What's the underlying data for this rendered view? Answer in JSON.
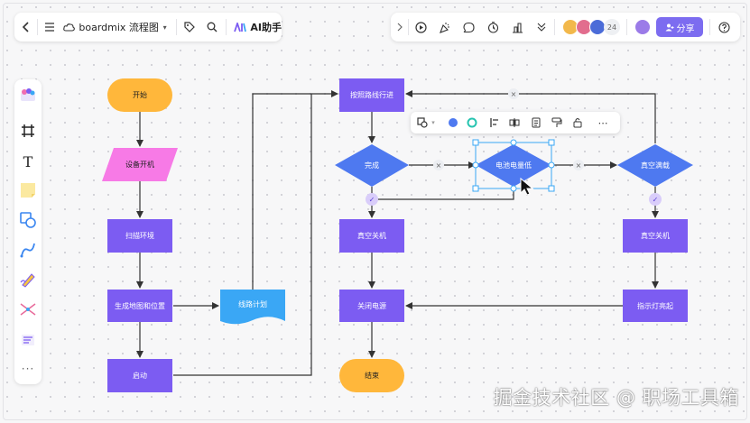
{
  "app": {
    "document_title": "boardmix 流程图",
    "ai_button_label": "AI助手",
    "collaborator_count": "24",
    "share_label": "分享"
  },
  "colors": {
    "purple": "#7c5cf2",
    "blue": "#4e79f0",
    "yellow": "#ffb73b",
    "pink": "#f77ae6",
    "cyan": "#3aa7f5",
    "share": "#7c6cf0"
  },
  "icons": {
    "left_toolbar": [
      "back-icon",
      "menu-icon",
      "cloud-icon",
      "chevron-down-icon",
      "tag-icon",
      "search-icon",
      "ai-logo-icon"
    ],
    "right_toolbar": [
      "collapse-icon",
      "play-icon",
      "celebrate-icon",
      "comment-icon",
      "timer-icon",
      "vote-icon",
      "more-down-icon",
      "help-icon"
    ],
    "side_panel": [
      "template-icon",
      "frame-icon",
      "text-icon",
      "sticky-note-icon",
      "shape-icon",
      "connector-icon",
      "pen-icon",
      "mind-map-icon",
      "table-icon",
      "more-icon"
    ],
    "float_bar": [
      "shape-style-icon",
      "fill-color-icon",
      "border-color-icon",
      "align-icon",
      "arrange-icon",
      "note-icon",
      "format-painter-icon",
      "lock-icon",
      "more-options-icon"
    ]
  },
  "flowchart": {
    "nodes": {
      "start": "开始",
      "power_on": "设备开机",
      "scan": "扫描环境",
      "map": "生成地图和位置",
      "route": "线路计划",
      "launch": "启动",
      "follow": "按照路线行进",
      "done": "完成",
      "battery": "电池电量低",
      "dust": "真空满载",
      "vac_off_1": "真空关机",
      "vac_off_2": "真空关机",
      "power_off": "关闭电源",
      "indicator": "指示灯亮起",
      "end": "结束"
    },
    "connector_labels": {
      "no": "×",
      "yes": "✓"
    }
  },
  "watermark": "掘金技术社区 @ 职场工具箱"
}
